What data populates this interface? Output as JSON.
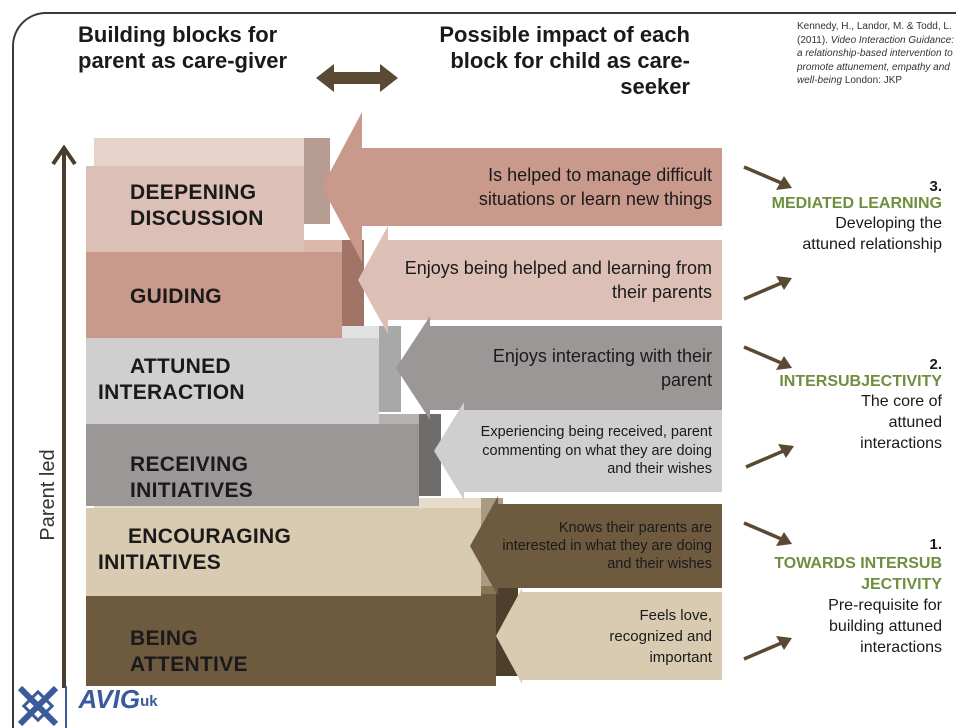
{
  "header": {
    "left_title": "Building blocks for parent as care-giver",
    "right_title": "Possible impact of each block for child as care-seeker"
  },
  "citation": {
    "text1": "Kennedy, H., Landor, M. & Todd, L.(2011).",
    "text2": "Video Interaction Guidance: a relationship-based intervention to promote attunement, empathy and well-being",
    "text3": "London: JKP"
  },
  "axis_label": "Parent led",
  "blocks": [
    {
      "label": "DEEPENING DISCUSSION",
      "impact": "Is helped to manage difficult situations or learn new things"
    },
    {
      "label": "GUIDING",
      "impact": "Enjoys being helped and learning from their parents"
    },
    {
      "label": "ATTUNED INTERACTION",
      "impact": "Enjoys interacting with their parent"
    },
    {
      "label": "RECEIVING INITIATIVES",
      "impact": "Experiencing being received, parent commenting on what they are doing and their wishes"
    },
    {
      "label": "ENCOURAGING INITIATIVES",
      "impact": "Knows their parents are interested in what they are doing and their wishes"
    },
    {
      "label": "BEING ATTENTIVE",
      "impact": "Feels love, recognized and important"
    }
  ],
  "stages": [
    {
      "num": "3.",
      "title": "MEDIATED LEARNING",
      "desc": "Developing the attuned relationship"
    },
    {
      "num": "2.",
      "title": "INTERSUBJECTIVITY",
      "desc": "The core of attuned interactions"
    },
    {
      "num": "1.",
      "title": "TOWARDS INTERSUBJECTIVITY",
      "desc": "Pre-requisite for building attuned interactions"
    }
  ],
  "logo": {
    "text": "AVIG",
    "sub": "uk"
  },
  "colors": {
    "deepening": "#dcc0b6",
    "guiding": "#c9998c",
    "attuned": "#cfcfcf",
    "receiving": "#9a9796",
    "encouraging": "#d8cbb1",
    "attentive": "#6e5a3f",
    "stage_title": "#6f8f3f",
    "arrow": "#5a4a33"
  }
}
